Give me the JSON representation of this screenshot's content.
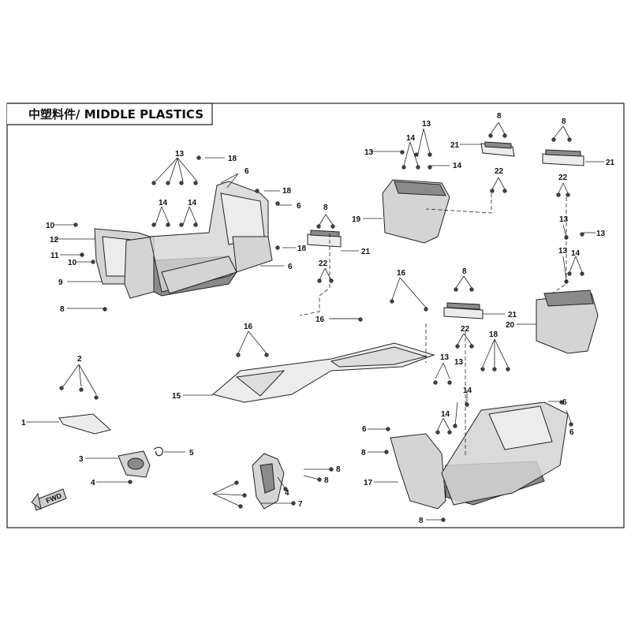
{
  "title": "中塑料件/ MIDDLE PLASTICS",
  "fwd_label": "FWD",
  "callouts": {
    "c1": "1",
    "c2": "2",
    "c3": "3",
    "c4": "4",
    "c4b": "4",
    "c5": "5",
    "c6a": "6",
    "c6b": "6",
    "c6c": "6",
    "c6d": "6",
    "c6e": "6",
    "c6f": "6",
    "c7": "7",
    "c8a": "8",
    "c8b": "8",
    "c8c": "8",
    "c8d": "8",
    "c8e": "8",
    "c8f": "8",
    "c8g": "8",
    "c8h": "8",
    "c8i": "8",
    "c9": "9",
    "c10a": "10",
    "c10b": "10",
    "c11": "11",
    "c12": "12",
    "c13a": "13",
    "c13b": "13",
    "c13c": "13",
    "c13d": "13",
    "c13e": "13",
    "c13f": "13",
    "c13g": "13",
    "c13h": "13",
    "c14a": "14",
    "c14b": "14",
    "c14c": "14",
    "c14d": "14",
    "c14e": "14",
    "c14f": "14",
    "c14g": "14",
    "c15": "15",
    "c16a": "16",
    "c16b": "16",
    "c16c": "16",
    "c17": "17",
    "c18a": "18",
    "c18b": "18",
    "c18c": "18",
    "c18d": "18",
    "c19": "19",
    "c20": "20",
    "c21a": "21",
    "c21b": "21",
    "c21c": "21",
    "c21d": "21",
    "c22a": "22",
    "c22b": "22",
    "c22c": "22",
    "c22d": "22"
  }
}
